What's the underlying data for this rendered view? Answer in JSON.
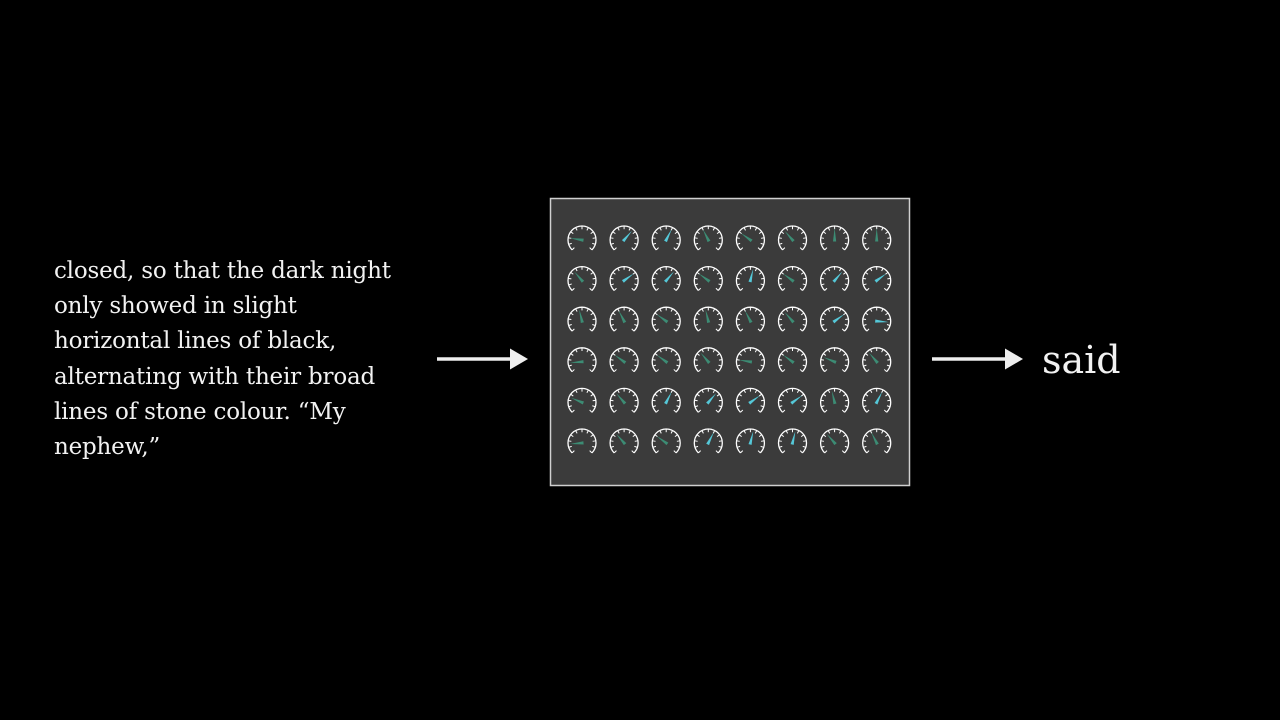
{
  "input_text_lines": [
    "closed, so that the dark night",
    "only showed in slight",
    "horizontal lines of black,",
    "alternating with their broad",
    "lines of stone colour. “My",
    "nephew,”"
  ],
  "output_word": "said",
  "gauge_grid": {
    "rows": 6,
    "cols": 8,
    "needle_levels": [
      [
        0.2,
        0.65,
        0.6,
        0.4,
        0.3,
        0.35,
        0.5,
        0.5
      ],
      [
        0.35,
        0.7,
        0.65,
        0.3,
        0.55,
        0.3,
        0.65,
        0.7
      ],
      [
        0.45,
        0.4,
        0.3,
        0.45,
        0.4,
        0.35,
        0.7,
        0.85
      ],
      [
        0.15,
        0.3,
        0.3,
        0.35,
        0.2,
        0.3,
        0.25,
        0.35
      ],
      [
        0.25,
        0.35,
        0.6,
        0.65,
        0.7,
        0.7,
        0.45,
        0.6
      ],
      [
        0.15,
        0.35,
        0.3,
        0.6,
        0.55,
        0.55,
        0.35,
        0.4
      ]
    ]
  },
  "colors": {
    "background": "#000000",
    "panel_fill": "#3b3b3b",
    "panel_border": "#d0d0d0",
    "text": "#f2f2f2",
    "arrow": "#eeeeee",
    "needle_cyan": "#55c8d8",
    "needle_green": "#3c8c74",
    "gauge_stroke": "#ffffff"
  }
}
